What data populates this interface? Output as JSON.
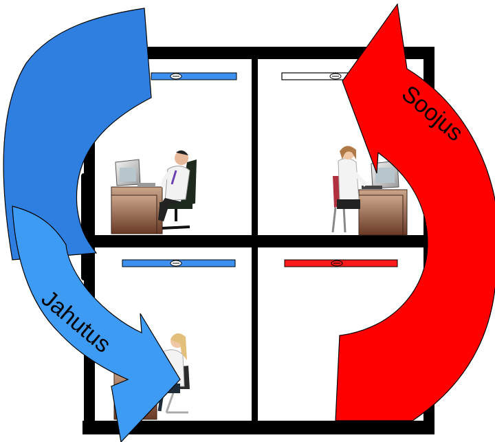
{
  "labels": {
    "heating": "Soojus",
    "cooling": "Jahutus"
  },
  "colors": {
    "heating_arrow": "#ff0000",
    "cooling_arrow_dark": "#2f7fe0",
    "cooling_arrow_light": "#3d9bf3",
    "building_frame": "#000000",
    "unit_cooling": "#3d8ff0",
    "unit_off": "#ffffff",
    "unit_heating": "#ff1a1a"
  },
  "rooms": [
    {
      "position": "top-left",
      "unit_mode": "cooling",
      "occupant": "man-leaning-back-at-desk"
    },
    {
      "position": "top-right",
      "unit_mode": "off",
      "occupant": "woman-at-computer"
    },
    {
      "position": "bottom-left",
      "unit_mode": "cooling",
      "occupant": "woman-at-computer"
    },
    {
      "position": "bottom-right",
      "unit_mode": "heating",
      "occupant": "none"
    }
  ]
}
